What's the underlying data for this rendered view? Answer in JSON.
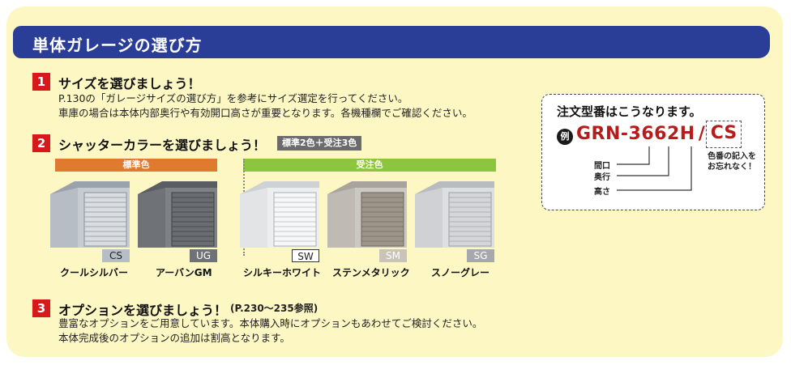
{
  "header": {
    "title": "単体ガレージの選び方"
  },
  "step1": {
    "num": "1",
    "title": "サイズを選びましょう！",
    "line1": "P.130の「ガレージサイズの選び方」を参考にサイズ選定を行ってください。",
    "line2": "車庫の場合は本体内部奥行や有効開口高さが重要となります。各機種欄でご確認ください。"
  },
  "step2": {
    "num": "2",
    "title": "シャッターカラーを選びましょう！",
    "tag": "標準2色＋受注3色",
    "standard_label": "標準色",
    "order_label": "受注色",
    "colors": [
      {
        "code": "CS",
        "name": "クールシルバー"
      },
      {
        "code": "UG",
        "name": "アーバンGM"
      },
      {
        "code": "SW",
        "name": "シルキーホワイト"
      },
      {
        "code": "SM",
        "name": "ステンメタリック"
      },
      {
        "code": "SG",
        "name": "スノーグレー"
      }
    ]
  },
  "step3": {
    "num": "3",
    "title": "オプションを選びましょう！",
    "ref": "(P.230～235参照)",
    "line1": "豊富なオプションをご用意しています。本体購入時にオプションもあわせてご検討ください。",
    "line2": "本体完成後のオプションの追加は割高となります。"
  },
  "order": {
    "title": "注文型番はこうなります。",
    "rei": "例",
    "model": "GRN-3662H",
    "slash": "/",
    "color_code": "CS",
    "width_label": "間口",
    "depth_label": "奥行",
    "height_label": "高さ",
    "note": "色番の記入をお忘れなく！"
  },
  "palette": {
    "header": "#2a3d97",
    "panel": "#fdf7c4",
    "step_red": "#d7191c",
    "standard_bar": "#e07a2e",
    "order_bar": "#8cc63e",
    "model_red": "#b71c1c"
  }
}
